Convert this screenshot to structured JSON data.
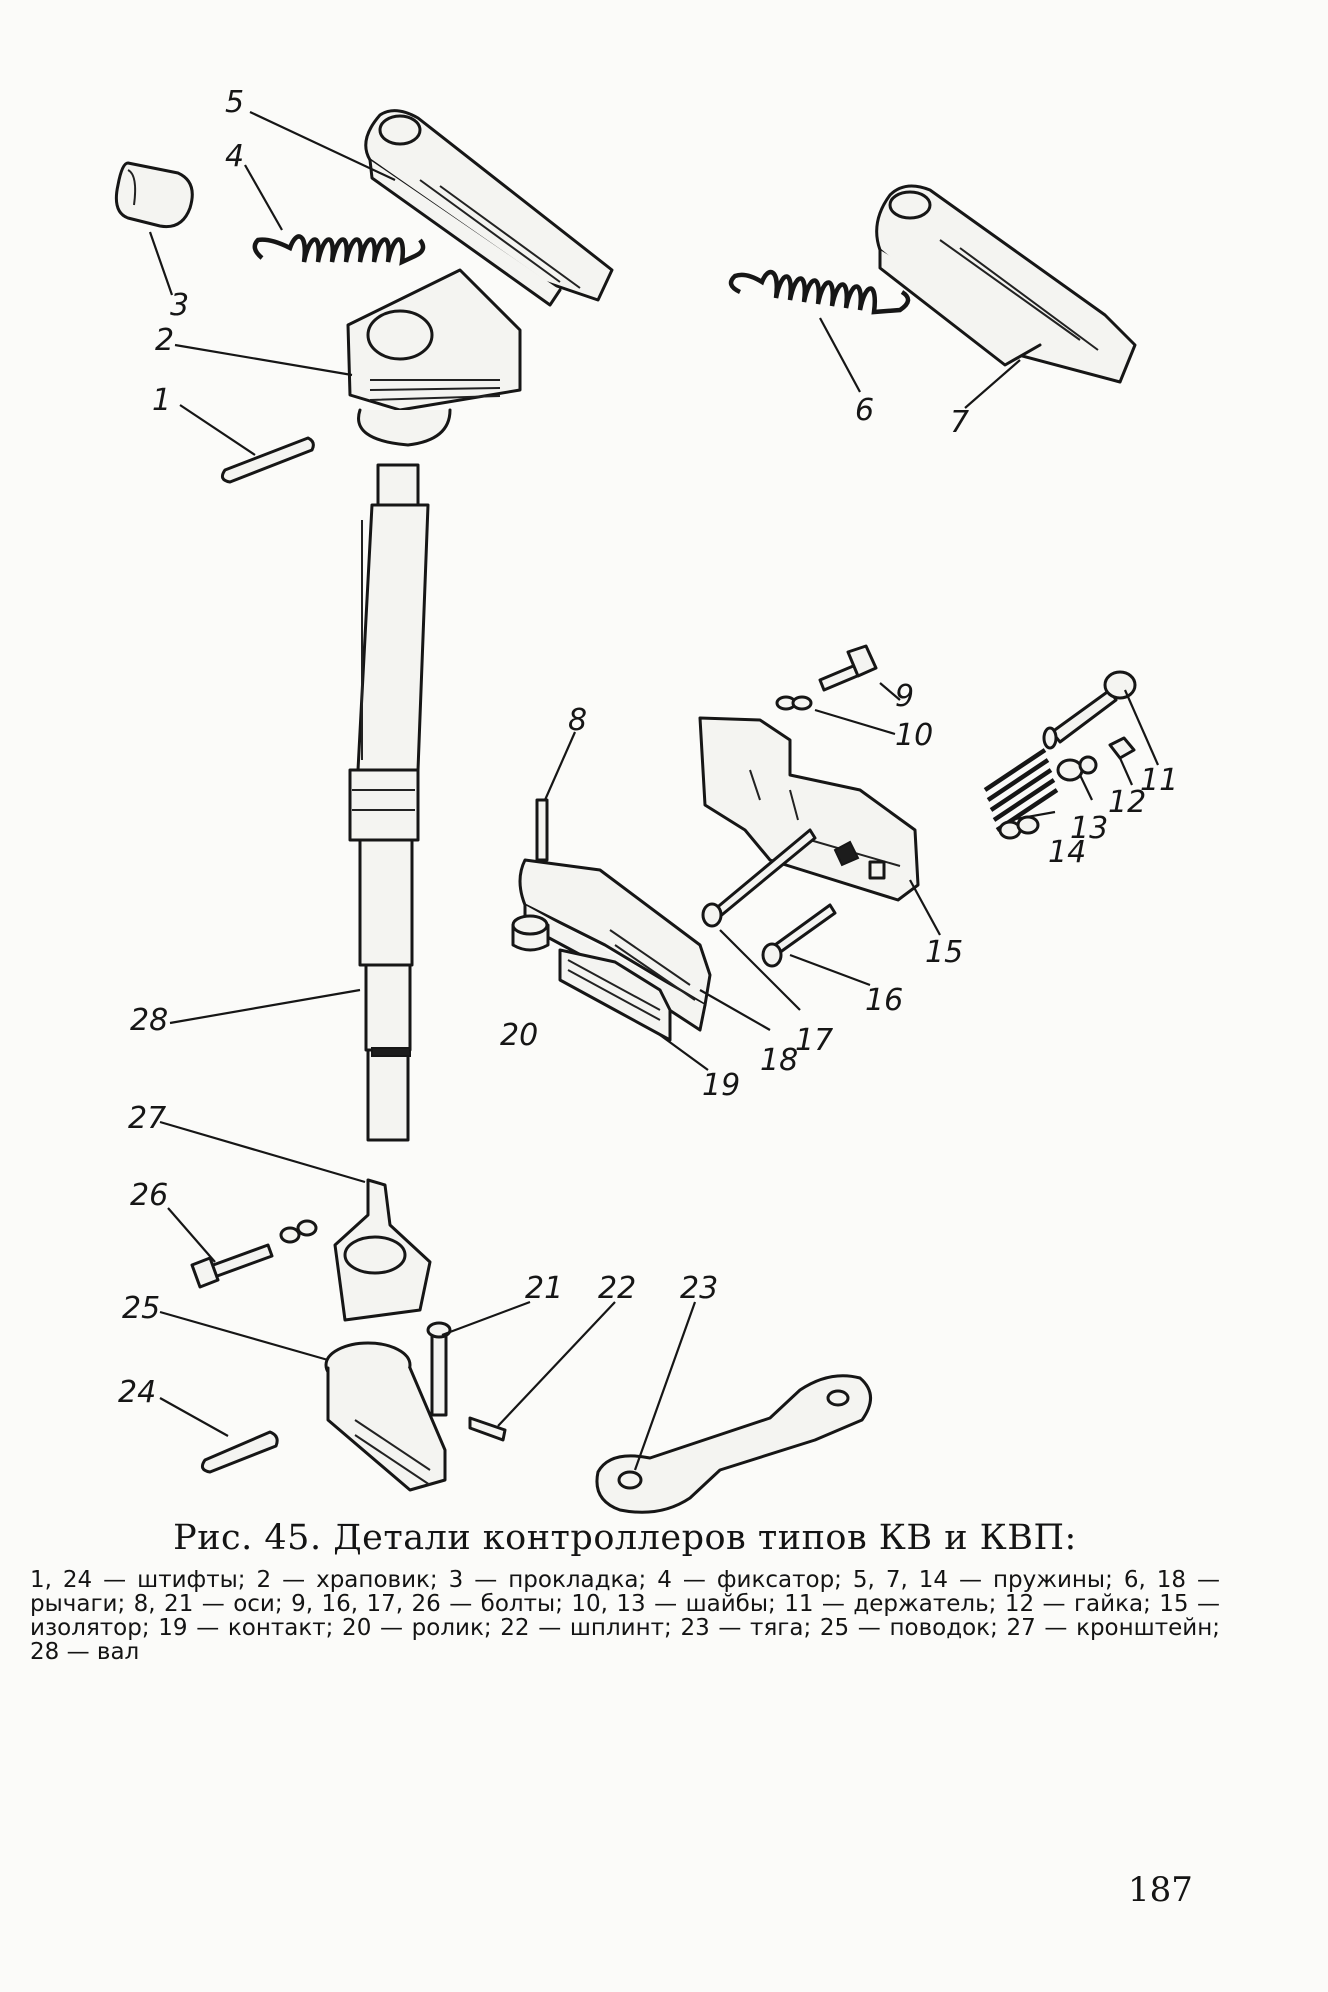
{
  "figure": {
    "labels": [
      "1",
      "2",
      "3",
      "4",
      "5",
      "6",
      "7",
      "8",
      "9",
      "10",
      "11",
      "12",
      "13",
      "14",
      "15",
      "16",
      "17",
      "18",
      "19",
      "20",
      "21",
      "22",
      "23",
      "24",
      "25",
      "26",
      "27",
      "28"
    ]
  },
  "caption": {
    "title": "Рис. 45. Детали контроллеров типов КВ и КВП:",
    "legend": "1, 24 — штифты; 2 — храповик; 3 — прокладка; 4 — фиксатор; 5, 7, 14 — пружины; 6, 18 — рычаги; 8, 21 — оси; 9, 16, 17, 26 — болты; 10, 13 — шайбы; 11 — держатель; 12 — гайка; 15 — изолятор; 19 — контакт; 20 — ролик; 22 — шплинт; 23 — тяга; 25 — поводок; 27 — кронштейн; 28 — вал"
  },
  "page_number": "187"
}
